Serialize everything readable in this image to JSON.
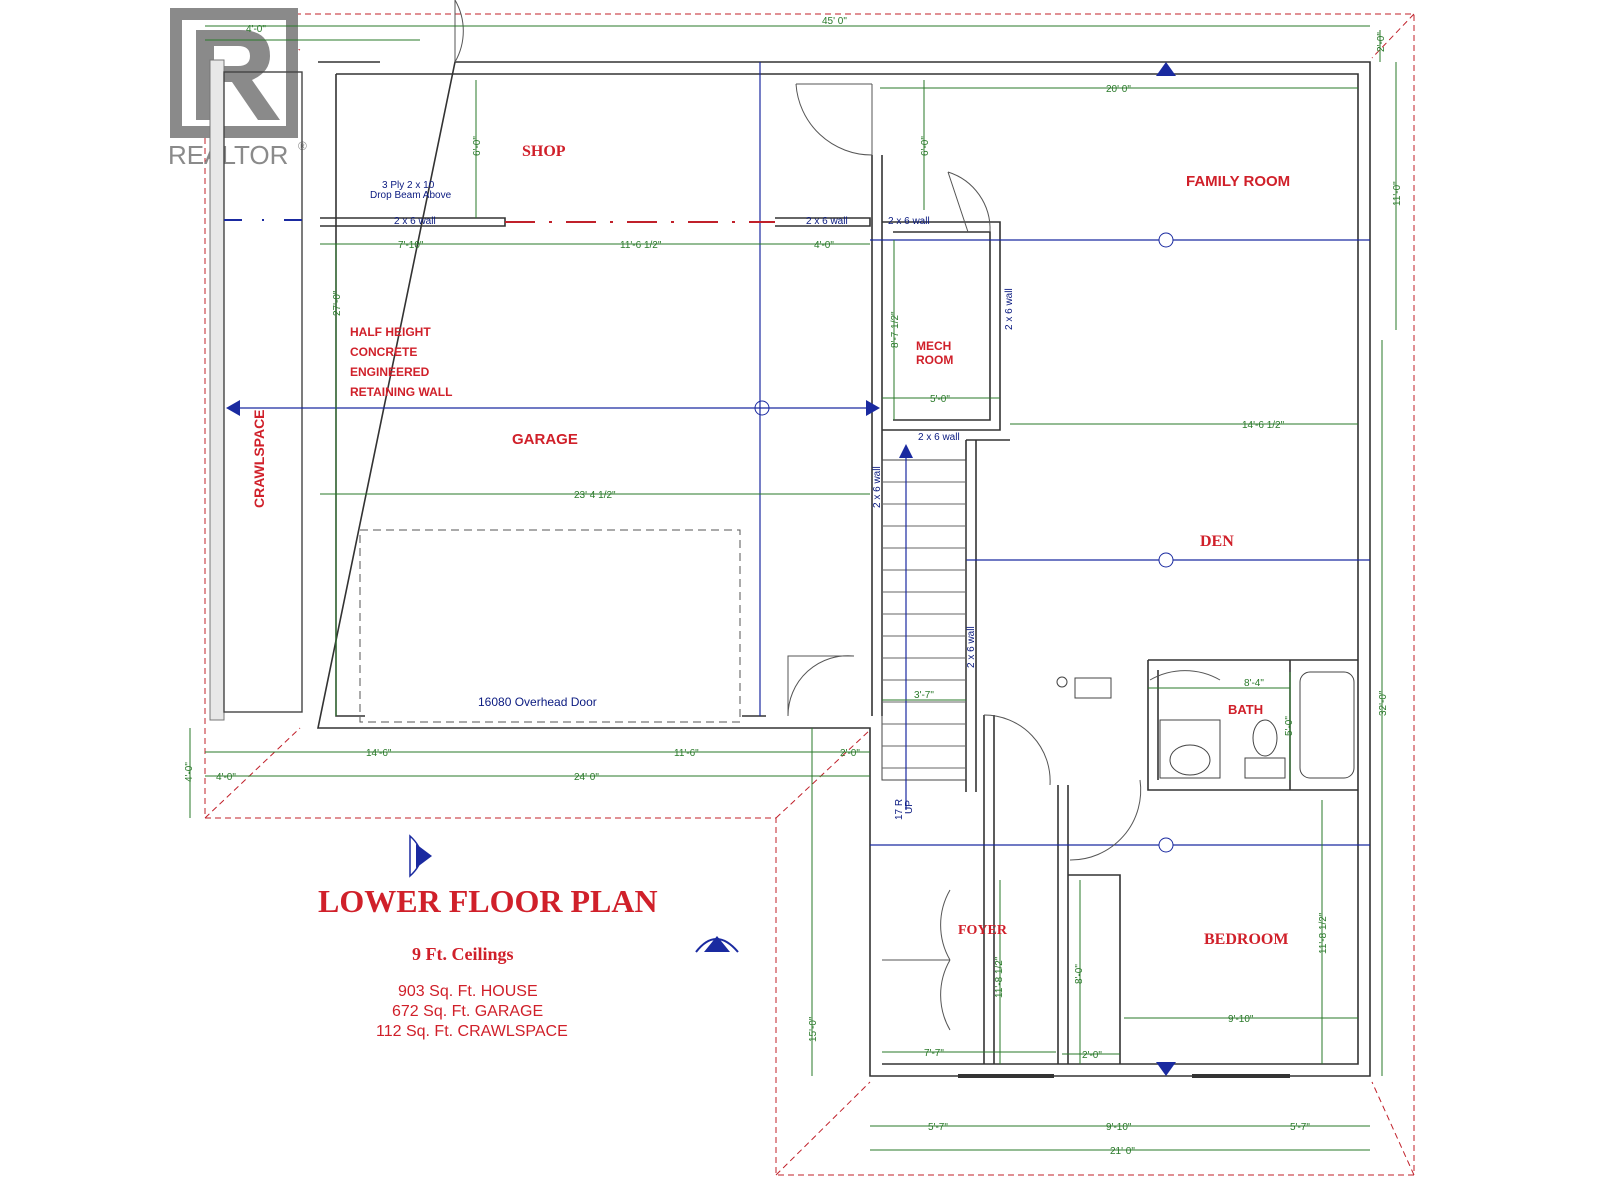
{
  "watermark": {
    "text": "REALTOR",
    "reg_mark": "®"
  },
  "plan": {
    "title": "LOWER FLOOR PLAN",
    "ceilings": "9 Ft. Ceilings",
    "area_lines": [
      "903 Sq. Ft. HOUSE",
      "672 Sq. Ft. GARAGE",
      "112 Sq. Ft. CRAWLSPACE"
    ]
  },
  "rooms": {
    "shop": "SHOP",
    "family_room": "FAMILY ROOM",
    "mech_1": "MECH",
    "mech_2": "ROOM",
    "garage": "GARAGE",
    "crawlspace": "CRAWLSPACE",
    "den": "DEN",
    "bath": "BATH",
    "foyer": "FOYER",
    "bedroom": "BEDROOM"
  },
  "notes": {
    "beam_1": "3 Ply 2 x 10",
    "beam_2": "Drop Beam Above",
    "wall_2x6": "2 x 6 wall",
    "retaining": [
      "HALF HEIGHT",
      "CONCRETE",
      "ENGINEERED",
      "RETAINING WALL"
    ],
    "overhead_door": "16080 Overhead Door",
    "stairs_1": "17 R",
    "stairs_2": "UP"
  },
  "dims": {
    "top_total": "45' 0\"",
    "top_left": "4'-0\"",
    "top_right": "2'-0\"",
    "family_w": "20' 0\"",
    "shop_h": "6'-0\"",
    "family_h": "6'-0\"",
    "right_upper": "11'-0\"",
    "right_lower": "32'-0\"",
    "shop_w1": "7'-10\"",
    "shop_w2": "11'-6 1/2\"",
    "shop_w3": "4'-0\"",
    "garage_h": "27'-0\"",
    "mech_h": "8'-7 1/2\"",
    "mech_w": "5'-0\"",
    "den_w": "14'-6 1/2\"",
    "garage_w": "23' 4 1/2\"",
    "stair_w": "3'-7\"",
    "bath_w": "8'-4\"",
    "tub_w": "5'-0\"",
    "bot_1": "14'-6\"",
    "bot_2": "11'-6\"",
    "bot_3": "2'-0\"",
    "bot_left": "4'-0\"",
    "bot_total": "24' 0\"",
    "left_h": "4'-0\"",
    "bed_h": "11'-8 1/2\"",
    "foyer_h": "11'-8 1/2\"",
    "closet_h": "8'-0\"",
    "lower_h": "15'-0\"",
    "bed_w": "9'-10\"",
    "foyer_w": "7'-7\"",
    "closet_w": "2'-0\"",
    "front_1": "5'-7\"",
    "front_2": "9'-10\"",
    "front_3": "5'-7\"",
    "front_total": "21' 0\""
  }
}
